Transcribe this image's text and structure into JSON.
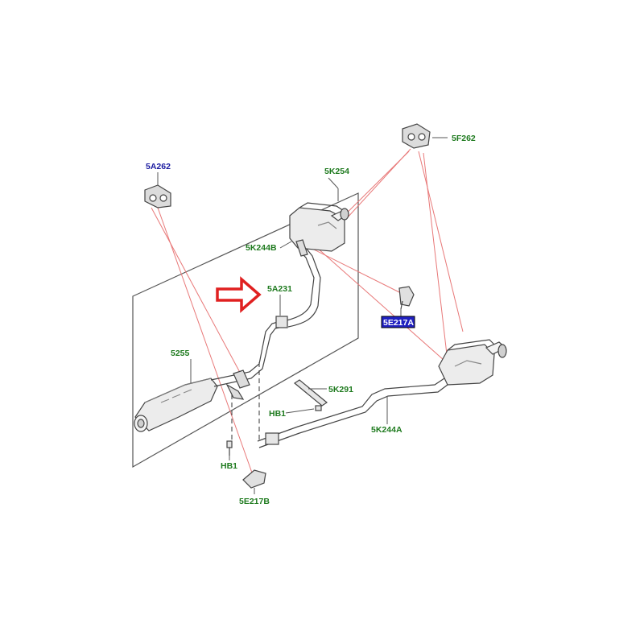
{
  "colors": {
    "part_label": "#1e7a1e",
    "callout_label": "#1a1aa0",
    "highlight_box": "#2020c0",
    "leader_line": "#e87878",
    "arrow": "#e02020",
    "outline": "#444444"
  },
  "labels": {
    "l_5A262": "5A262",
    "l_5K254": "5K254",
    "l_5F262": "5F262",
    "l_5K244B": "5K244B",
    "l_5A231": "5A231",
    "l_5E217A": "5E217A",
    "l_5255": "5255",
    "l_5K291": "5K291",
    "l_HB1_right": "HB1",
    "l_5K244A": "5K244A",
    "l_HB1_left": "HB1",
    "l_5E217B": "5E217B"
  },
  "highlight": {
    "part": "5A231",
    "indicator": "arrow"
  }
}
